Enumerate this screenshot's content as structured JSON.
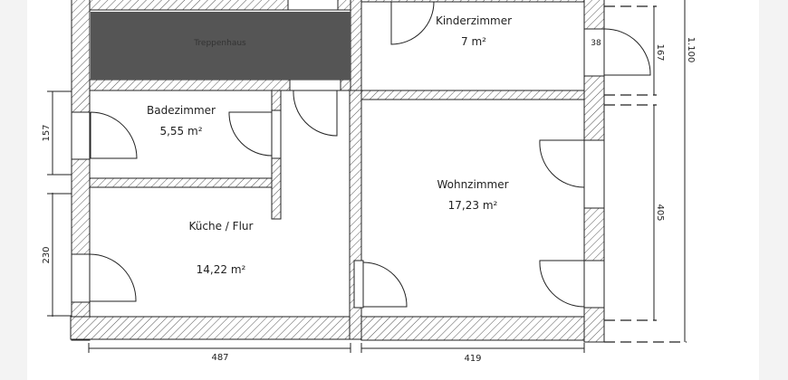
{
  "plan": {
    "rooms": {
      "stairwell": {
        "name": "Treppenhaus"
      },
      "children_room": {
        "name": "Kinderzimmer",
        "area": "7 m²"
      },
      "bathroom": {
        "name": "Badezimmer",
        "area": "5,55 m²"
      },
      "living_room": {
        "name": "Wohnzimmer",
        "area": "17,23 m²"
      },
      "kitchen_hall": {
        "name": "Küche / Flur",
        "area": "14,22 m²"
      }
    },
    "dimensions": {
      "left_upper": "157",
      "left_lower": "230",
      "bottom_left": "487",
      "bottom_right": "419",
      "right_upper": "167",
      "right_lower": "405",
      "right_total": "1.100",
      "window_depth": "38"
    }
  }
}
